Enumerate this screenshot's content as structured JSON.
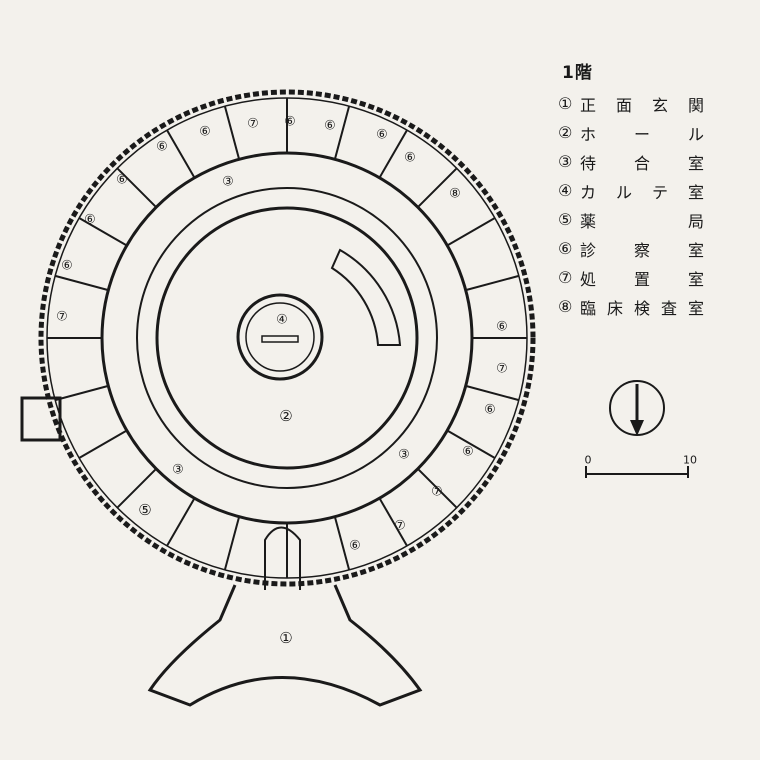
{
  "legend": {
    "title": "1階",
    "items": [
      {
        "num": "①",
        "name": "正面玄関"
      },
      {
        "num": "②",
        "name": "ホール"
      },
      {
        "num": "③",
        "name": "待合室"
      },
      {
        "num": "④",
        "name": "カルテ室"
      },
      {
        "num": "⑤",
        "name": "薬局"
      },
      {
        "num": "⑥",
        "name": "診察室"
      },
      {
        "num": "⑦",
        "name": "処置室"
      },
      {
        "num": "⑧",
        "name": "臨床検査室"
      }
    ]
  },
  "scale": {
    "start": "0",
    "end": "10"
  },
  "rooms": [
    {
      "label": "⑥"
    },
    {
      "label": "⑦"
    },
    {
      "label": "⑥"
    },
    {
      "label": "⑥"
    },
    {
      "label": "⑥"
    },
    {
      "label": "⑥"
    },
    {
      "label": "⑥"
    },
    {
      "label": "⑥"
    },
    {
      "label": "⑥"
    },
    {
      "label": "⑥"
    },
    {
      "label": "⑦"
    },
    {
      "label": "⑧"
    },
    {
      "label": "⑥"
    },
    {
      "label": "⑦"
    },
    {
      "label": "⑥"
    },
    {
      "label": "⑥"
    },
    {
      "label": "⑦"
    },
    {
      "label": "⑦"
    },
    {
      "label": "⑥"
    },
    {
      "label": "⑤"
    },
    {
      "label": "③"
    },
    {
      "label": "③"
    },
    {
      "label": "③"
    },
    {
      "label": "④"
    },
    {
      "label": "②"
    },
    {
      "label": "①"
    }
  ],
  "colors": {
    "ink": "#1a1a1a",
    "paper": "#f3f1ec"
  }
}
